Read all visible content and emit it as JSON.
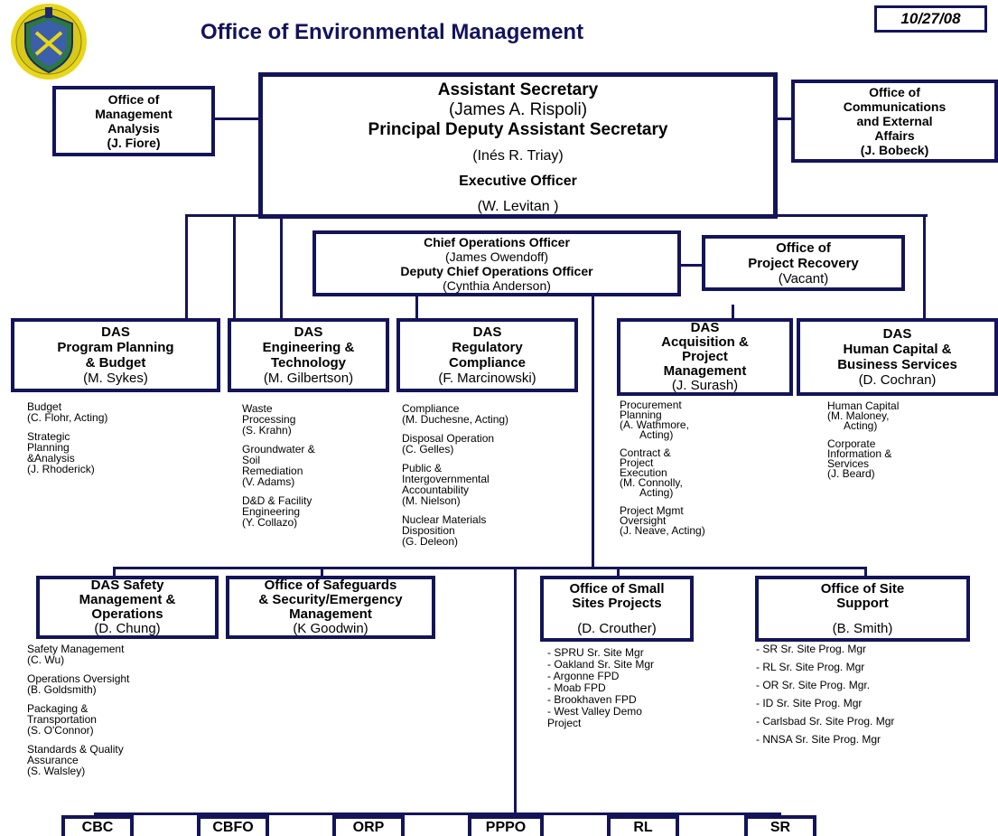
{
  "header": {
    "title": "Office of Environmental Management",
    "date": "10/27/08"
  },
  "top": {
    "asst_sec_title": "Assistant Secretary",
    "asst_sec_name": "(James A. Rispoli)",
    "pdas_title": "Principal Deputy Assistant Secretary",
    "pdas_name": "(Inés R. Triay)",
    "exec_title": "Executive Officer",
    "exec_name": "(W. Levitan )"
  },
  "mgmt_analysis": {
    "lines": [
      "Office of",
      "Management",
      "Analysis",
      "(J. Fiore)"
    ]
  },
  "communications": {
    "lines": [
      "Office of",
      "Communications",
      "and External",
      "Affairs",
      "(J. Bobeck)"
    ]
  },
  "coo": {
    "lines": [
      "Chief Operations Officer",
      "(James Owendoff)",
      "Deputy Chief Operations Officer",
      "(Cynthia Anderson)"
    ]
  },
  "recovery": {
    "lines": [
      "Office of",
      "Project Recovery",
      "(Vacant)"
    ]
  },
  "das_planning": {
    "lines": [
      "DAS",
      "Program Planning",
      "& Budget",
      "(M. Sykes)"
    ],
    "subs": [
      [
        "Budget",
        "(C. Flohr, Acting)"
      ],
      [
        "Strategic",
        "Planning",
        "&Analysis",
        "(J. Rhoderick)"
      ]
    ]
  },
  "das_engineering": {
    "lines": [
      "DAS",
      "Engineering &",
      "Technology",
      "(M. Gilbertson)"
    ],
    "subs": [
      [
        "Waste",
        "Processing",
        "(S. Krahn)"
      ],
      [
        "Groundwater &",
        "Soil",
        "Remediation",
        "(V. Adams)"
      ],
      [
        "D&D & Facility",
        "Engineering",
        "(Y. Collazo)"
      ]
    ]
  },
  "das_regulatory": {
    "lines": [
      "DAS",
      "Regulatory",
      "Compliance",
      "(F. Marcinowski)"
    ],
    "subs": [
      [
        "Compliance",
        "(M. Duchesne, Acting)"
      ],
      [
        "Disposal Operation",
        "(C. Gelles)"
      ],
      [
        "Public &",
        "Intergovernmental",
        "Accountability",
        "(M. Nielson)"
      ],
      [
        "Nuclear Materials",
        "Disposition",
        "(G. Deleon)"
      ]
    ]
  },
  "das_acquisition": {
    "lines": [
      "DAS",
      "Acquisition &",
      "Project",
      "Management",
      "(J. Surash)"
    ],
    "subs": [
      [
        "Procurement",
        "Planning",
        "(A. Wathmore,",
        "Acting)"
      ],
      [
        "Contract &",
        "Project",
        "Execution",
        "(M. Connolly,",
        "Acting)"
      ],
      [
        "Project Mgmt",
        "Oversight",
        "(J. Neave, Acting)"
      ]
    ]
  },
  "das_human": {
    "lines": [
      "DAS",
      "Human Capital &",
      "Business Services",
      "(D. Cochran)"
    ],
    "subs": [
      [
        "Human Capital",
        "(M. Maloney,",
        "Acting)"
      ],
      [
        "Corporate",
        "Information &",
        "Services",
        "(J. Beard)"
      ]
    ]
  },
  "das_safety": {
    "lines": [
      "DAS Safety",
      "Management  &",
      "Operations",
      "(D. Chung)"
    ],
    "subs": [
      [
        "Safety Management",
        "(C. Wu)"
      ],
      [
        "Operations Oversight",
        "(B. Goldsmith)"
      ],
      [
        "Packaging &",
        "Transportation",
        "(S. O'Connor)"
      ],
      [
        "Standards & Quality",
        "Assurance",
        " (S. Walsley)"
      ]
    ]
  },
  "safeguards": {
    "lines": [
      "Office of Safeguards",
      "& Security/Emergency",
      "Management",
      "(K Goodwin)"
    ]
  },
  "small_sites": {
    "lines": [
      "Office of Small",
      "Sites Projects",
      "(D. Crouther)"
    ],
    "subs": [
      "- SPRU Sr. Site Mgr",
      "- Oakland Sr. Site  Mgr",
      "-  Argonne FPD",
      "-  Moab FPD",
      "-  Brookhaven FPD",
      "-  West Valley Demo",
      "Project"
    ]
  },
  "site_support": {
    "lines": [
      "Office of Site",
      "Support",
      "(B. Smith)"
    ],
    "subs": [
      "- SR Sr. Site Prog. Mgr",
      "- RL Sr. Site Prog.  Mgr",
      "- OR Sr. Site Prog.  Mgr.",
      "- ID Sr. Site Prog. Mgr",
      "- Carlsbad Sr. Site Prog. Mgr",
      "- NNSA Sr. Site Prog. Mgr"
    ]
  },
  "sites": [
    "CBC",
    "CBFO",
    "ORP",
    "PPPO",
    "RL",
    "SR"
  ]
}
